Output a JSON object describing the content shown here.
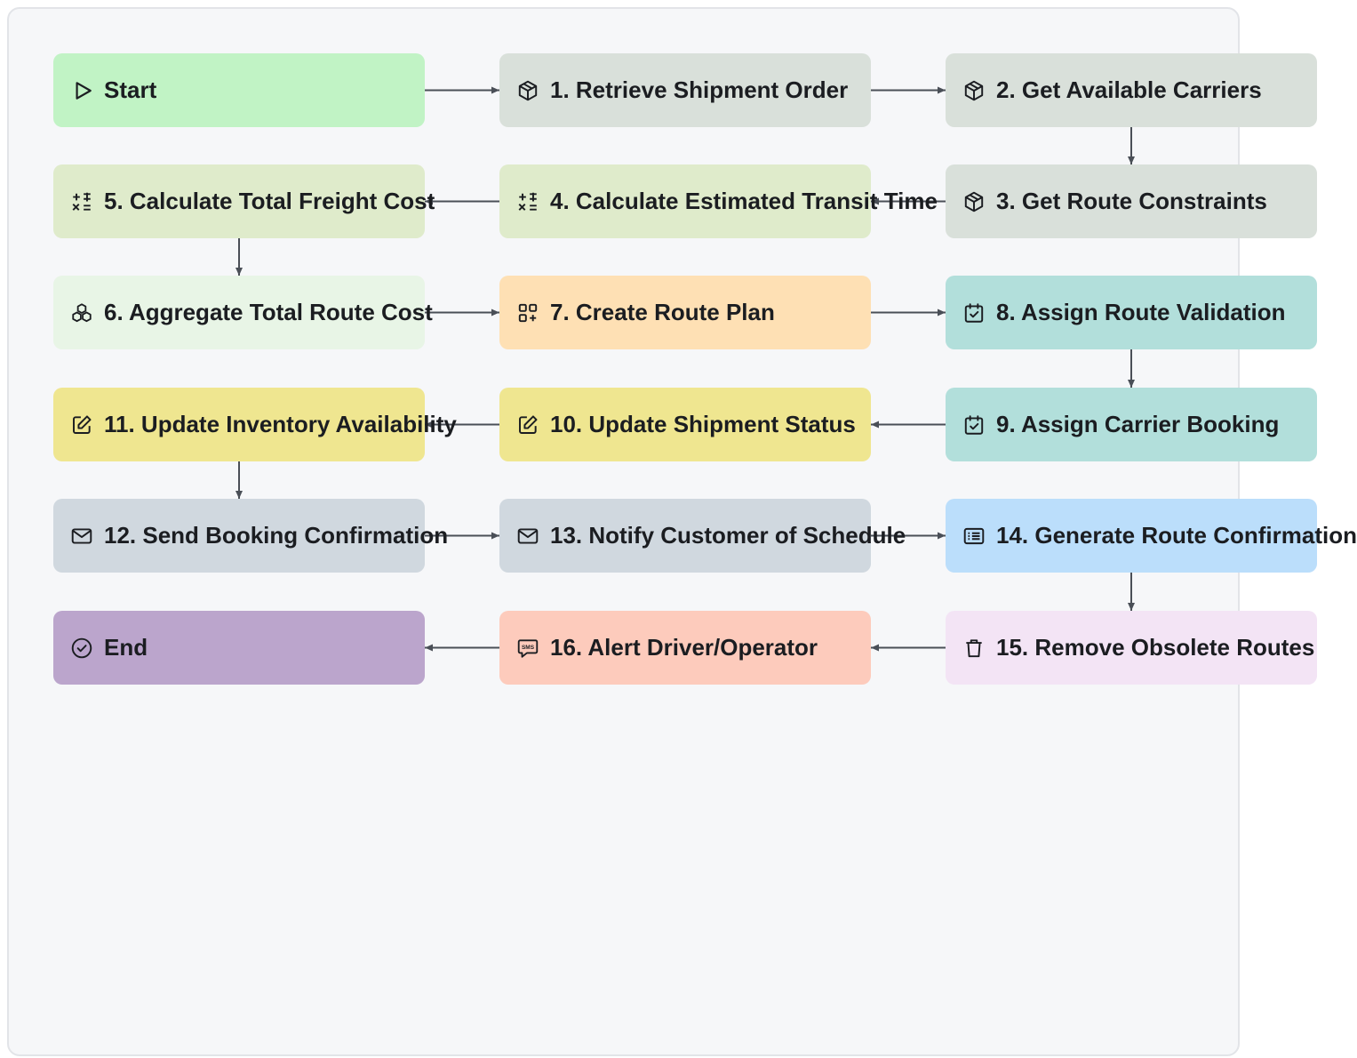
{
  "nodes": [
    {
      "id": "start",
      "label": "Start",
      "icon": "play-icon",
      "color": "#c1f3c5"
    },
    {
      "id": "n1",
      "label": "1. Retrieve Shipment Order",
      "icon": "cube-icon",
      "color": "#d9e0da"
    },
    {
      "id": "n2",
      "label": "2. Get Available Carriers",
      "icon": "cube-icon",
      "color": "#d9e0da"
    },
    {
      "id": "n3",
      "label": "3. Get Route Constraints",
      "icon": "cube-icon",
      "color": "#d9e0da"
    },
    {
      "id": "n4",
      "label": "4. Calculate Estimated Transit Time",
      "icon": "calculator-icon",
      "color": "#dfebcb"
    },
    {
      "id": "n5",
      "label": "5. Calculate Total Freight Cost",
      "icon": "calculator-icon",
      "color": "#dfebcb"
    },
    {
      "id": "n6",
      "label": "6. Aggregate Total Route Cost",
      "icon": "boxes-icon",
      "color": "#e8f5e6"
    },
    {
      "id": "n7",
      "label": "7. Create Route Plan",
      "icon": "grid-plus-icon",
      "color": "#fee0b4"
    },
    {
      "id": "n8",
      "label": "8. Assign Route Validation",
      "icon": "calendar-check-icon",
      "color": "#b2dfdb"
    },
    {
      "id": "n9",
      "label": "9. Assign Carrier Booking",
      "icon": "calendar-check-icon",
      "color": "#b2dfdb"
    },
    {
      "id": "n10",
      "label": "10. Update Shipment Status",
      "icon": "edit-icon",
      "color": "#efe690"
    },
    {
      "id": "n11",
      "label": "11. Update Inventory Availability",
      "icon": "edit-icon",
      "color": "#efe690"
    },
    {
      "id": "n12",
      "label": "12. Send Booking Confirmation",
      "icon": "mail-icon",
      "color": "#d0d8df"
    },
    {
      "id": "n13",
      "label": "13. Notify Customer of Schedule",
      "icon": "mail-icon",
      "color": "#d0d8df"
    },
    {
      "id": "n14",
      "label": "14. Generate Route Confirmation",
      "icon": "list-card-icon",
      "color": "#bbdefb"
    },
    {
      "id": "n15",
      "label": "15. Remove Obsolete Routes",
      "icon": "trash-icon",
      "color": "#f3e4f5"
    },
    {
      "id": "n16",
      "label": "16. Alert Driver/Operator",
      "icon": "sms-icon",
      "color": "#fdcbbc"
    },
    {
      "id": "end",
      "label": "End",
      "icon": "check-circle-icon",
      "color": "#bba5cc"
    }
  ],
  "edges": [
    [
      "start",
      "n1"
    ],
    [
      "n1",
      "n2"
    ],
    [
      "n2",
      "n3"
    ],
    [
      "n3",
      "n4"
    ],
    [
      "n4",
      "n5"
    ],
    [
      "n5",
      "n6"
    ],
    [
      "n6",
      "n7"
    ],
    [
      "n7",
      "n8"
    ],
    [
      "n8",
      "n9"
    ],
    [
      "n9",
      "n10"
    ],
    [
      "n10",
      "n11"
    ],
    [
      "n11",
      "n12"
    ],
    [
      "n12",
      "n13"
    ],
    [
      "n13",
      "n14"
    ],
    [
      "n14",
      "n15"
    ],
    [
      "n15",
      "n16"
    ],
    [
      "n16",
      "end"
    ]
  ]
}
